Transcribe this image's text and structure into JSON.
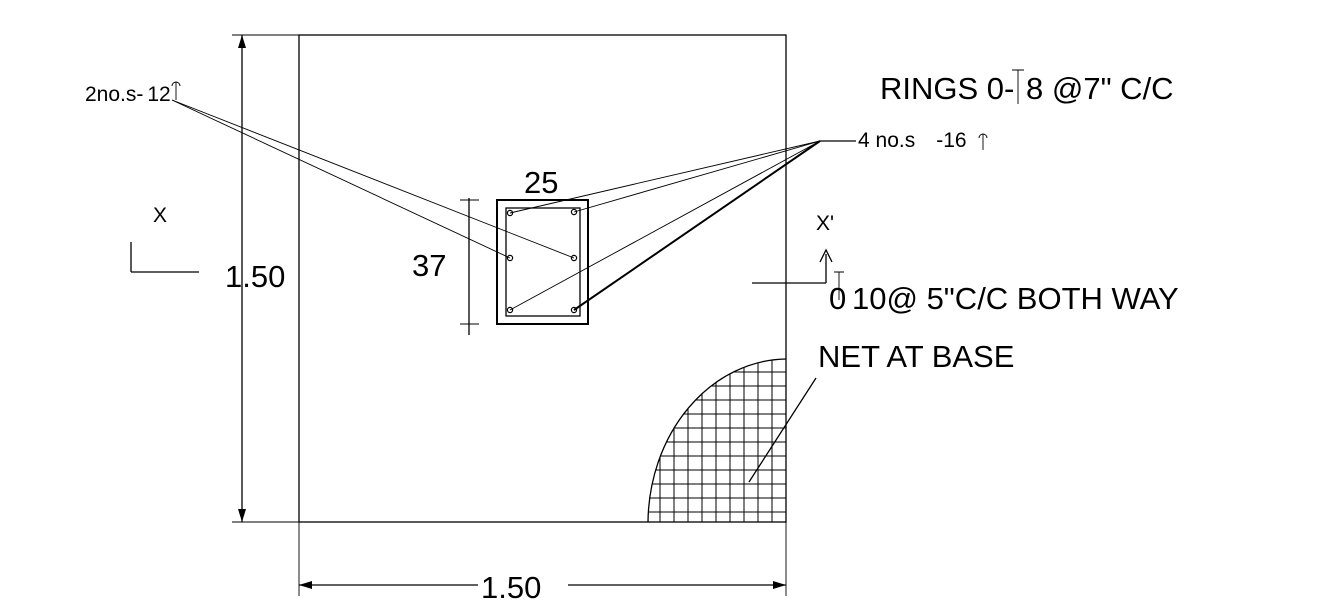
{
  "footing": {
    "width_dimension": "1.50",
    "height_dimension": "1.50"
  },
  "column": {
    "width_dimension": "25",
    "depth_dimension": "37"
  },
  "labels": {
    "rings": "RINGS 0-",
    "rings_spec": "8 @7\" C/C",
    "main_bars_prefix": "4 no.s",
    "main_bars_size": "-16",
    "side_bars_prefix": "2no.s-",
    "side_bars_size": "12",
    "mesh_prefix": "0",
    "mesh_spec": "10@ 5\"C/C  BOTH WAY",
    "net_at_base": "NET AT BASE",
    "section_x": "X",
    "section_x_prime": "X'"
  }
}
